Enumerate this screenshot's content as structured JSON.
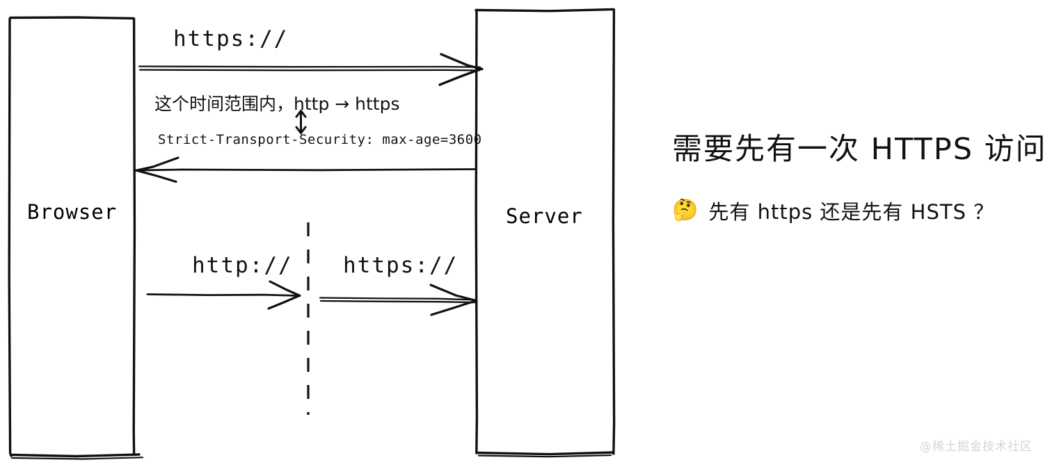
{
  "diagram": {
    "title": "HSTS handshake sequence diagram",
    "background_color": "#ffffff",
    "stroke_color": "#111111",
    "nodes": [
      {
        "id": "browser",
        "label": "Browser"
      },
      {
        "id": "server",
        "label": "Server"
      }
    ],
    "messages": [
      {
        "id": "msg1",
        "label": "https://",
        "direction": "browser-to-server",
        "style": "double-line"
      },
      {
        "id": "msg2",
        "label": "",
        "direction": "server-to-browser",
        "style": "single-line"
      },
      {
        "id": "msg3",
        "label": "http://",
        "direction": "browser-to-divider",
        "style": "single-line"
      },
      {
        "id": "msg4",
        "label": "https://",
        "direction": "divider-to-server",
        "style": "double-line"
      }
    ],
    "notes": {
      "validity_note": "这个时间范围内，http → https",
      "header_note": "Strict-Transport-Security: max-age=3600",
      "updown_arrow": "↕"
    },
    "divider": {
      "id": "upgrade-divider",
      "style": "dashed-vertical"
    }
  },
  "sidebar": {
    "headline": "需要先有一次 HTTPS 访问",
    "question": {
      "emoji": "🤔",
      "emoji_name": "thinking-face-emoji",
      "text": "先有 https 还是先有 HSTS ？"
    }
  },
  "watermark": {
    "text": "@稀土掘金技术社区",
    "color": "#d2d5d9"
  }
}
